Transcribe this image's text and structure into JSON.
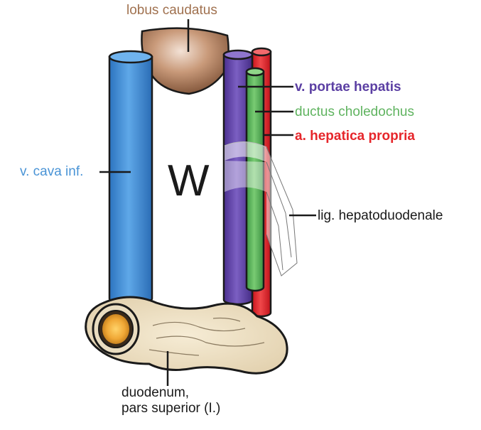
{
  "labels": {
    "lobus_caudatus": "lobus caudatus",
    "v_portae_hepatis": "v. portae hepatis",
    "ductus_choledochus": "ductus choledochus",
    "a_hepatica_propria": "a. hepatica propria",
    "v_cava_inf": "v. cava inf.",
    "lig_hepatoduodenale": "lig. hepatoduodenale",
    "duodenum_line1": "duodenum,",
    "duodenum_line2": "pars superior (I.)",
    "foramen_letter": "W"
  },
  "colors": {
    "lobus_caudatus": "#a0714f",
    "v_portae_hepatis": "#5b3fa3",
    "ductus_choledochus": "#5fb35f",
    "a_hepatica_propria": "#e6262b",
    "v_cava_inf": "#4a94d6",
    "lig_hepatoduodenale": "#1a1a1a",
    "duodenum": "#1a1a1a",
    "foramen_letter": "#1a1a1a"
  }
}
